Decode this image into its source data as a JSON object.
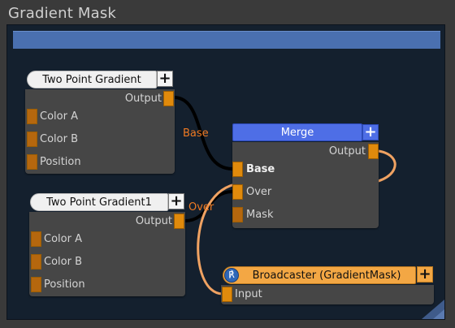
{
  "window": {
    "title": "Gradient Mask"
  },
  "colors": {
    "wire_orange": "#f0a262",
    "wire_black": "#000000",
    "port_orange": "#e08a0c",
    "merge_header": "#4e6ee6",
    "broadcaster_header": "#f3a744"
  },
  "nodes": {
    "gradient1": {
      "title": "Two Point Gradient",
      "output": "Output",
      "inputs": [
        "Color A",
        "Color B",
        "Position"
      ]
    },
    "gradient2": {
      "title": "Two Point Gradient1",
      "output": "Output",
      "inputs": [
        "Color A",
        "Color B",
        "Position"
      ]
    },
    "merge": {
      "title": "Merge",
      "output": "Output",
      "inputs": [
        "Base",
        "Over",
        "Mask"
      ]
    },
    "broadcaster": {
      "title": "Broadcaster (GradientMask)",
      "icon": "broadcast-icon",
      "inputs": [
        "Input"
      ]
    }
  },
  "wires": {
    "base_label": "Base",
    "over_label": "Over"
  },
  "plus_label": "+"
}
